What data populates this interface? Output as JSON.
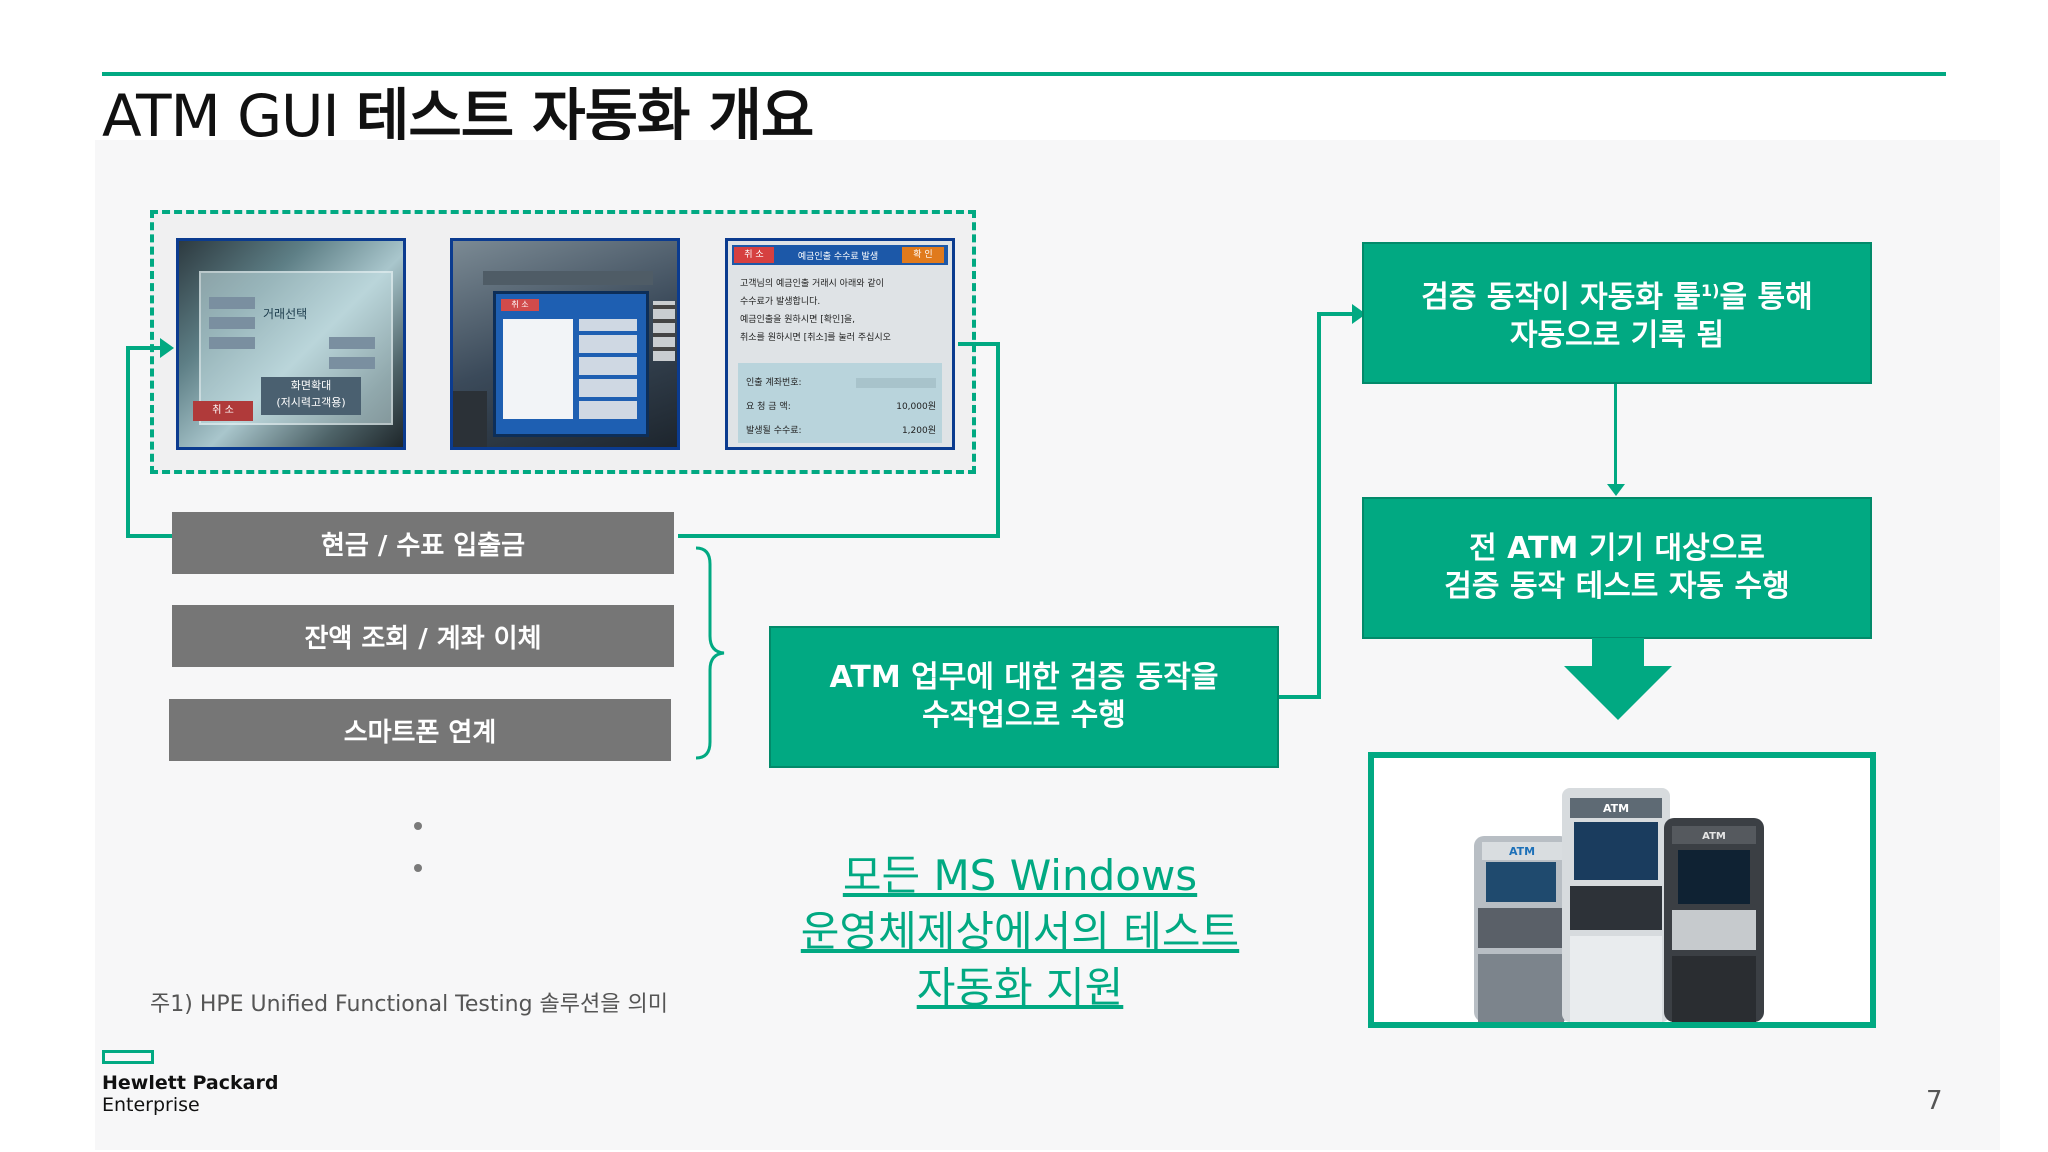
{
  "title": {
    "latin": "ATM GUI",
    "korean": "테스트 자동화 개요"
  },
  "atm_screens": {
    "screen1": {
      "heading": "거래선택",
      "option_big": "화면확대",
      "option_old": "(저시력고객용)",
      "cancel": "취 소"
    },
    "screen2": {
      "cancel": "취 소"
    },
    "screen3": {
      "header_cancel": "취 소",
      "header_title": "예금인출 수수료 발생",
      "header_ok": "확 인",
      "line1": "고객님의 예금인출 거래시 아래와 같이",
      "line2": "수수료가 발생합니다.",
      "line3": "예금인출을 원하시면 [확인]을,",
      "line4": "취소를 원하시면 [취소]를 눌러 주십시오",
      "row1_label": "인출 계좌번호:",
      "row2_label": "요 청 금 액:",
      "row2_value": "10,000원",
      "row3_label": "발생될 수수료:",
      "row3_value": "1,200원"
    }
  },
  "menu_items": [
    "현금 / 수표 입출금",
    "잔액 조회 / 계좌 이체",
    "스마트폰 연계"
  ],
  "manual_box": {
    "line1": "ATM 업무에 대한 검증 동작을",
    "line2": "수작업으로 수행"
  },
  "record_box": {
    "line1a": "검증 동작이 자동화 툴",
    "sup": "1)",
    "line1b": "을 통해",
    "line2": "자동으로 기록 됨"
  },
  "auto_box": {
    "line1": "전 ATM 기기 대상으로",
    "line2": "검증 동작 테스트 자동 수행"
  },
  "support_text": {
    "line1": "모든 MS Windows",
    "line2": "운영체제상에서의 테스트",
    "line3": "자동화 지원"
  },
  "atm_labels": [
    "ATM",
    "ATM",
    "ATM"
  ],
  "footnote": "주1) HPE Unified Functional Testing 솔루션을 의미",
  "logo": {
    "line1": "Hewlett Packard",
    "line2": "Enterprise"
  },
  "page_number": "7",
  "colors": {
    "accent": "#01a982",
    "gray_button": "#767676",
    "screen_border": "#0b3b8f"
  }
}
